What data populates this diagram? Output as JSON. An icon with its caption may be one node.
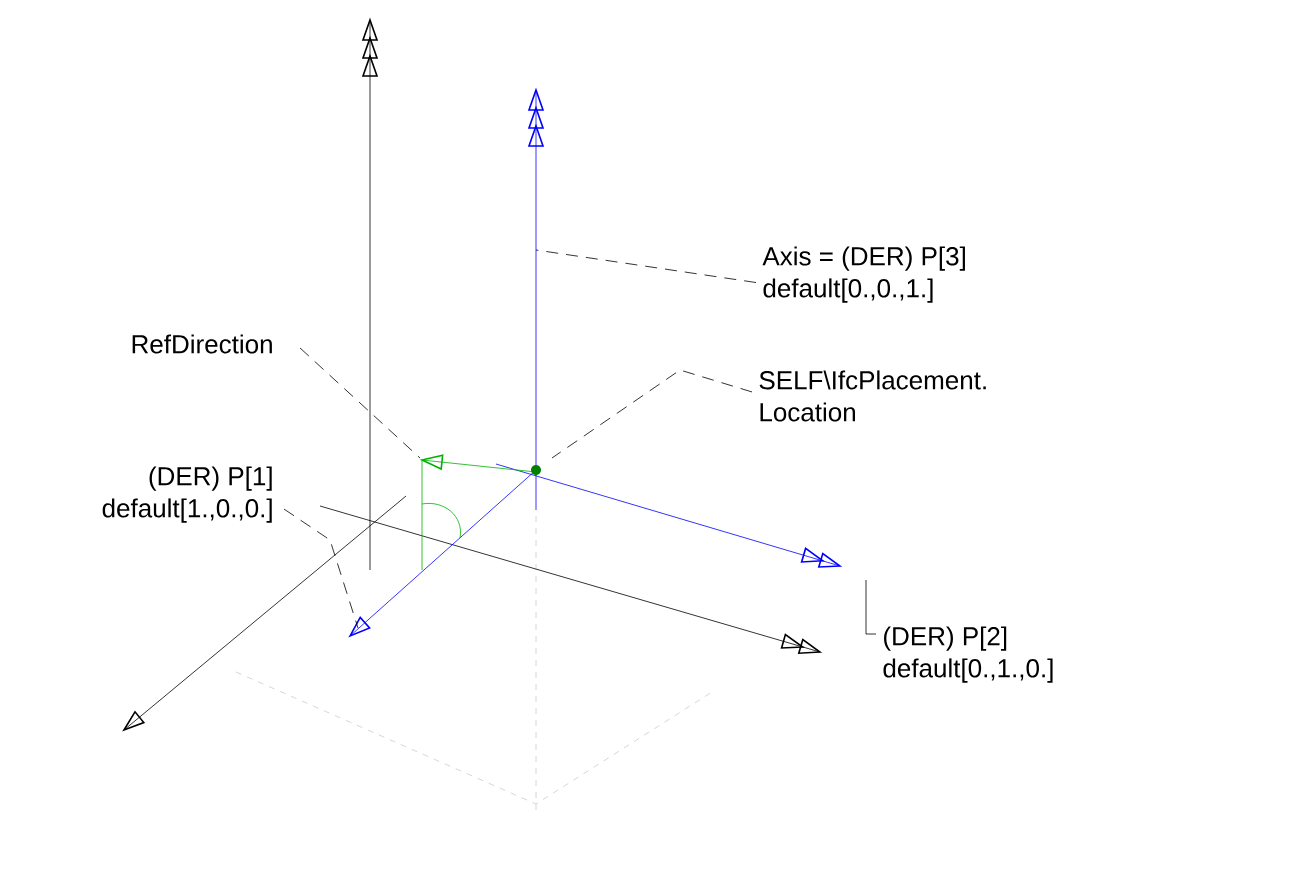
{
  "diagram": {
    "nodes": [
      {
        "text": [
          "Axis = (DER) P[3]",
          "default[0.,0.,1.]"
        ]
      },
      {
        "text": [
          "RefDirection"
        ]
      },
      {
        "text": [
          "SELF\\IfcPlacement.",
          "Location"
        ]
      },
      {
        "text": [
          "(DER) P[1]",
          "default[1.,0.,0.]"
        ]
      },
      {
        "text": [
          "(DER) P[2]",
          "default[0.,1.,0.]"
        ]
      }
    ],
    "edges": [
      {
        "from": 0,
        "to": null,
        "arrow": "none",
        "style": "dashed"
      },
      {
        "from": 1,
        "to": null,
        "arrow": "none",
        "style": "dashed"
      },
      {
        "from": 2,
        "to": null,
        "arrow": "none",
        "style": "dashed"
      },
      {
        "from": 3,
        "to": null,
        "arrow": "none",
        "style": "dashed"
      },
      {
        "from": 4,
        "to": null,
        "arrow": "none"
      }
    ]
  }
}
